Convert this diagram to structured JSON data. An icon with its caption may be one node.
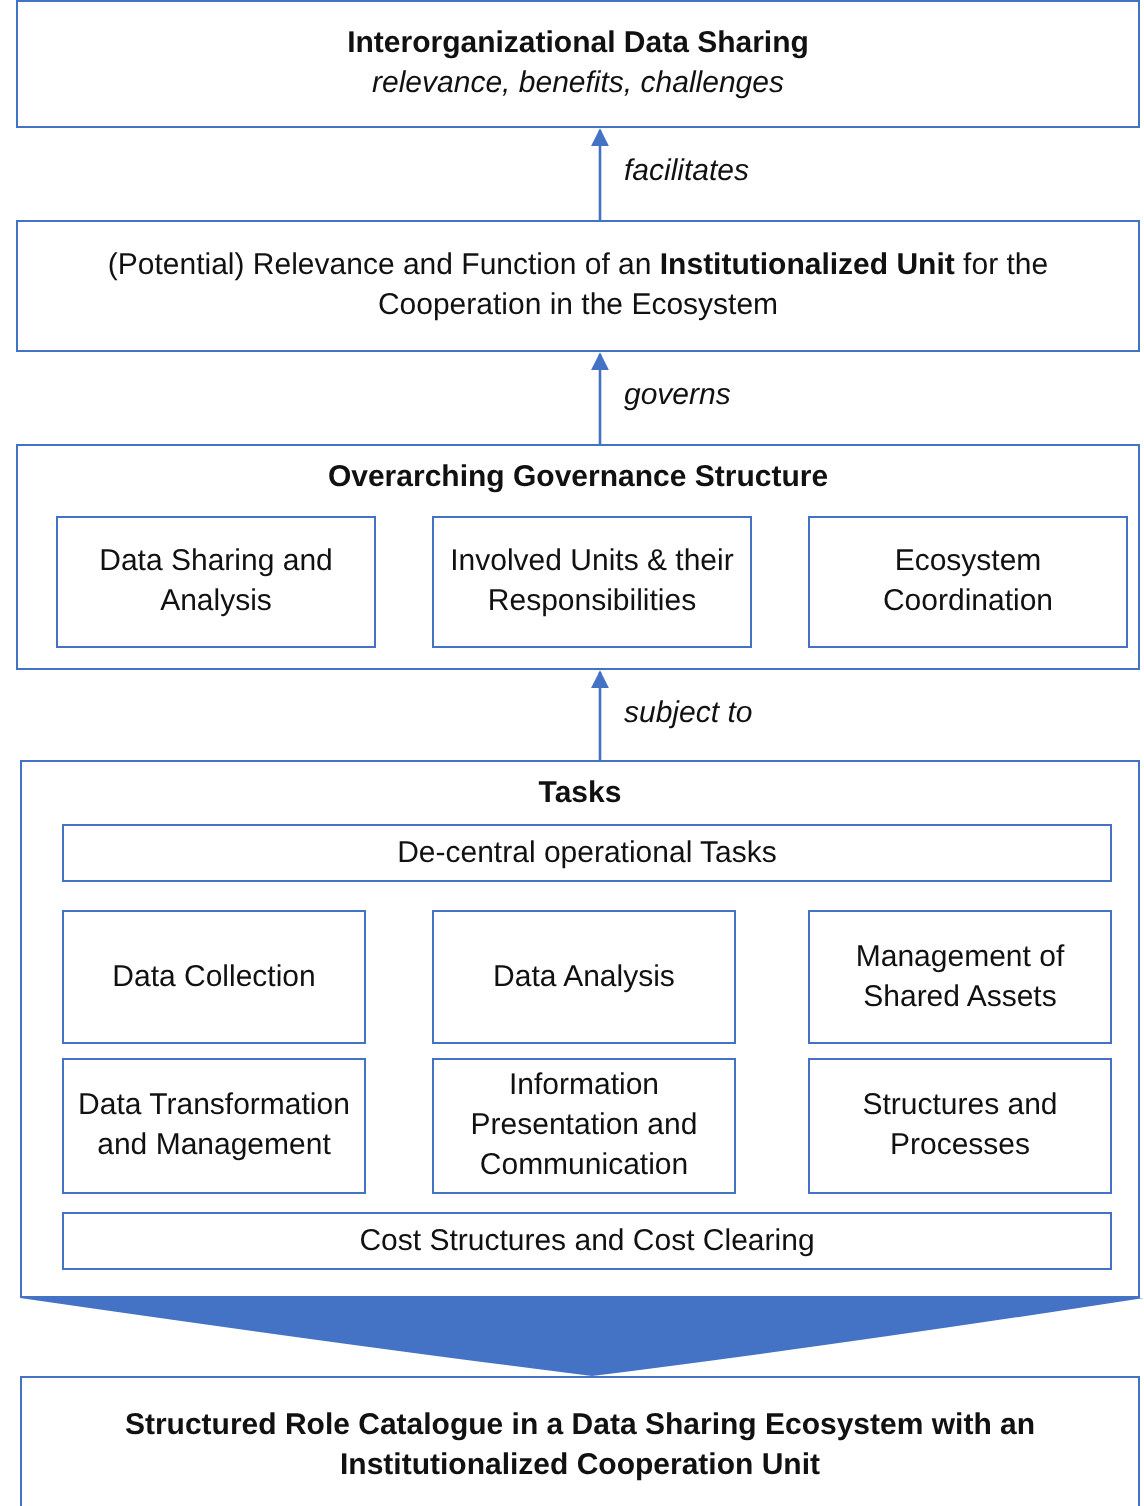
{
  "diagram": {
    "nodes": [
      {
        "text": [
          "Interorganizational Data Sharing",
          "relevance, benefits, challenges"
        ]
      },
      {
        "text": [
          "(Potential) Relevance and Function of an **Institutionalized Unit** for the Cooperation in the Ecosystem"
        ]
      },
      {
        "text": [
          "Overarching Governance Structure"
        ]
      },
      {
        "text": [
          "Data Sharing and Analysis"
        ],
        "in": 2
      },
      {
        "text": [
          "Involved Units & their Responsibilities"
        ],
        "in": 2
      },
      {
        "text": [
          "Ecosystem Coordination"
        ],
        "in": 2
      },
      {
        "text": [
          "Tasks"
        ]
      },
      {
        "text": [
          "De-central operational Tasks"
        ],
        "in": 6
      },
      {
        "text": [
          "Data Collection"
        ],
        "in": 6
      },
      {
        "text": [
          "Data Analysis"
        ],
        "in": 6
      },
      {
        "text": [
          "Management of Shared Assets"
        ],
        "in": 6
      },
      {
        "text": [
          "Data Transformation and Management"
        ],
        "in": 6
      },
      {
        "text": [
          "Information Presentation and Communication"
        ],
        "in": 6
      },
      {
        "text": [
          "Structures and Processes"
        ],
        "in": 6
      },
      {
        "text": [
          "Cost Structures and Cost Clearing"
        ],
        "in": 6
      },
      {
        "text": [
          "Structured Role Catalogue in a Data Sharing Ecosystem with an Institutionalized Cooperation Unit"
        ]
      }
    ],
    "edges": [
      {
        "from": 1,
        "to": 0,
        "arrow": "to",
        "label": "facilitates"
      },
      {
        "from": 2,
        "to": 1,
        "arrow": "to",
        "label": "governs"
      },
      {
        "from": 6,
        "to": 2,
        "arrow": "to",
        "label": "subject to"
      },
      {
        "from": 6,
        "to": 15,
        "arrow": "to",
        "style": "thick"
      }
    ]
  }
}
